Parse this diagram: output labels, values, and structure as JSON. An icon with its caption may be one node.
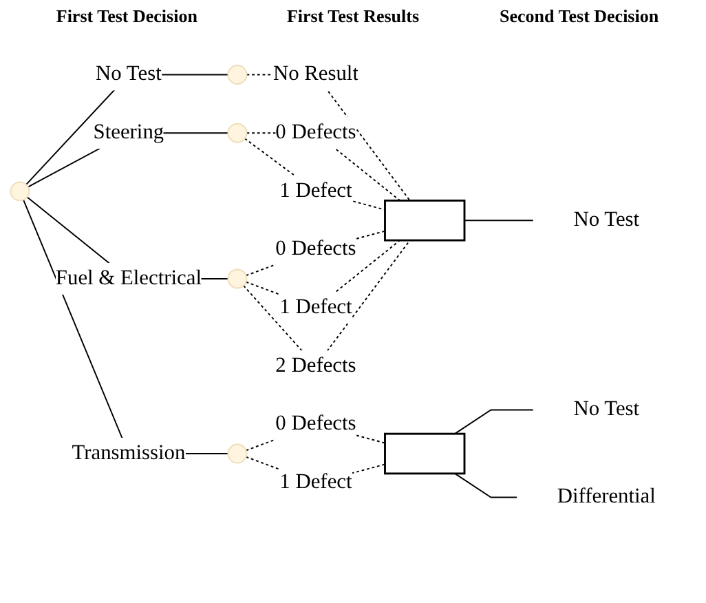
{
  "diagram": {
    "nodes": [
      {
        "text": [],
        "shape": "circle"
      },
      {
        "text": [],
        "shape": "circle"
      },
      {
        "text": [],
        "shape": "circle"
      },
      {
        "text": [],
        "shape": "circle"
      },
      {
        "text": [],
        "shape": "circle"
      },
      {
        "text": [],
        "shape": "box"
      },
      {
        "text": [],
        "shape": "box"
      },
      {
        "text": [
          "No Test"
        ]
      },
      {
        "text": [
          "No Test"
        ]
      },
      {
        "text": [
          "Differential"
        ]
      }
    ],
    "edges": [
      {
        "from": 0,
        "to": 1,
        "arrow": "none",
        "label": "No Test"
      },
      {
        "from": 0,
        "to": 2,
        "arrow": "none",
        "label": "Steering"
      },
      {
        "from": 0,
        "to": 3,
        "arrow": "none",
        "label": "Fuel & Electrical"
      },
      {
        "from": 0,
        "to": 4,
        "arrow": "none",
        "label": "Transmission"
      },
      {
        "from": 1,
        "to": 5,
        "arrow": "none",
        "label": "No Result",
        "style": "dashed"
      },
      {
        "from": 2,
        "to": 5,
        "arrow": "none",
        "label": "0 Defects",
        "style": "dashed"
      },
      {
        "from": 2,
        "to": 5,
        "arrow": "none",
        "label": "1 Defect",
        "style": "dashed"
      },
      {
        "from": 3,
        "to": 5,
        "arrow": "none",
        "label": "0 Defects",
        "style": "dashed"
      },
      {
        "from": 3,
        "to": 5,
        "arrow": "none",
        "label": "1 Defect",
        "style": "dashed"
      },
      {
        "from": 3,
        "to": 5,
        "arrow": "none",
        "label": "2 Defects",
        "style": "dashed"
      },
      {
        "from": 4,
        "to": 6,
        "arrow": "none",
        "label": "0 Defects",
        "style": "dashed"
      },
      {
        "from": 4,
        "to": 6,
        "arrow": "none",
        "label": "1 Defect",
        "style": "dashed"
      },
      {
        "from": 5,
        "to": 7,
        "arrow": "none"
      },
      {
        "from": 6,
        "to": 8,
        "arrow": "none"
      },
      {
        "from": 6,
        "to": 9,
        "arrow": "none"
      }
    ],
    "labels": [
      "First Test Decision",
      "First Test Results",
      "Second Test Decision"
    ]
  }
}
